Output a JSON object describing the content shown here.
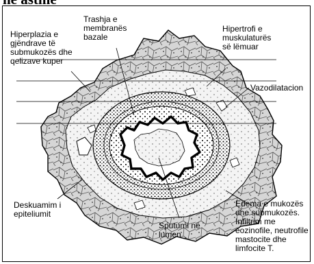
{
  "title": "në astmë",
  "labels": {
    "hyperplasia": "Hiperplazia e\ngjëndrave të\nsubmukozës dhe\nqelizave kuper",
    "basement": "Trashja e\nmembranës\nbazale",
    "muscle": "Hipertrofi e\nmuskulaturës\nsë lëmuar",
    "vasodilation": "Vazodilatacion",
    "desquamation": "Deskuamim i\nepiteliumit",
    "sputum": "Sputumi në\nlumen",
    "edema": "Edema e mukozës\ndhe submukozës.\nInfiltrim me\neozinofile, neutrofile\nmastocite dhe\nlimfocite T."
  },
  "colors": {
    "ink": "#000000",
    "paper": "#ffffff",
    "tissue": "#e6e6e6",
    "cell": "#bdbdbd"
  }
}
